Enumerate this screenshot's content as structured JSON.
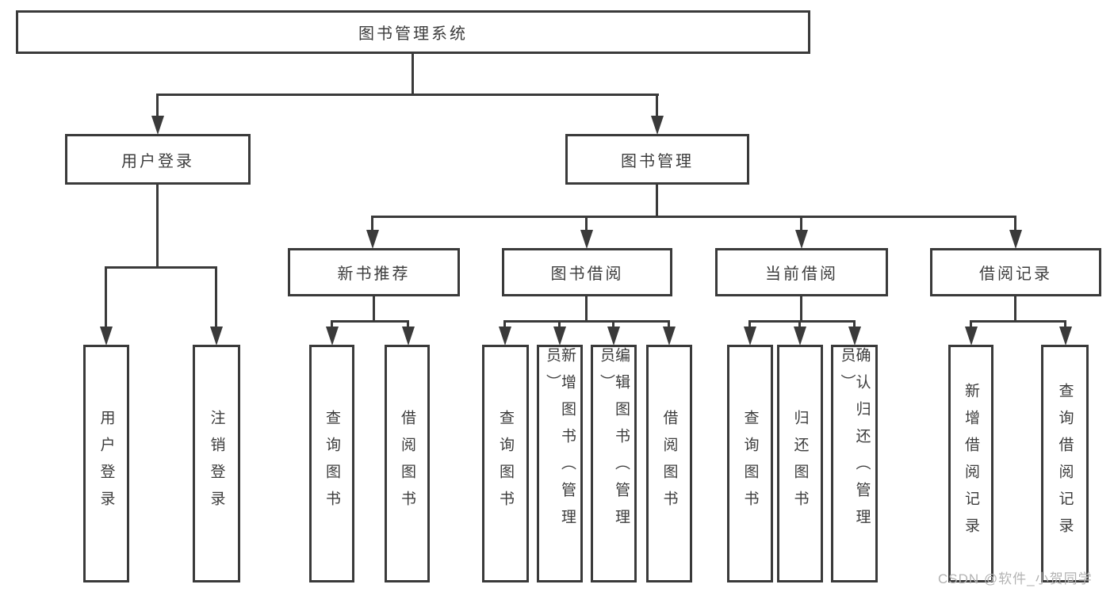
{
  "tree": {
    "root": {
      "label": "图书管理系统"
    },
    "branches": [
      {
        "label": "用户登录",
        "children": [
          {
            "label": "用户登录"
          },
          {
            "label": "注销登录"
          }
        ]
      },
      {
        "label": "图书管理",
        "groups": [
          {
            "label": "新书推荐",
            "children": [
              {
                "label": "查询图书"
              },
              {
                "label": "借阅图书"
              }
            ]
          },
          {
            "label": "图书借阅",
            "children": [
              {
                "label": "查询图书"
              },
              {
                "label": "新增图书（管理员）"
              },
              {
                "label": "编辑图书（管理员）"
              },
              {
                "label": "借阅图书"
              }
            ]
          },
          {
            "label": "当前借阅",
            "children": [
              {
                "label": "查询图书"
              },
              {
                "label": "归还图书"
              },
              {
                "label": "确认归还（管理员）"
              }
            ]
          },
          {
            "label": "借阅记录",
            "children": [
              {
                "label": "新增借阅记录"
              },
              {
                "label": "查询借阅记录"
              }
            ]
          }
        ]
      }
    ]
  },
  "watermark": {
    "text": "CSDN @软件_小贺同学"
  },
  "colors": {
    "line": "#3a3a3a",
    "text": "#3c3c3c",
    "watermark": "#b3b3b3",
    "background": "#ffffff"
  }
}
